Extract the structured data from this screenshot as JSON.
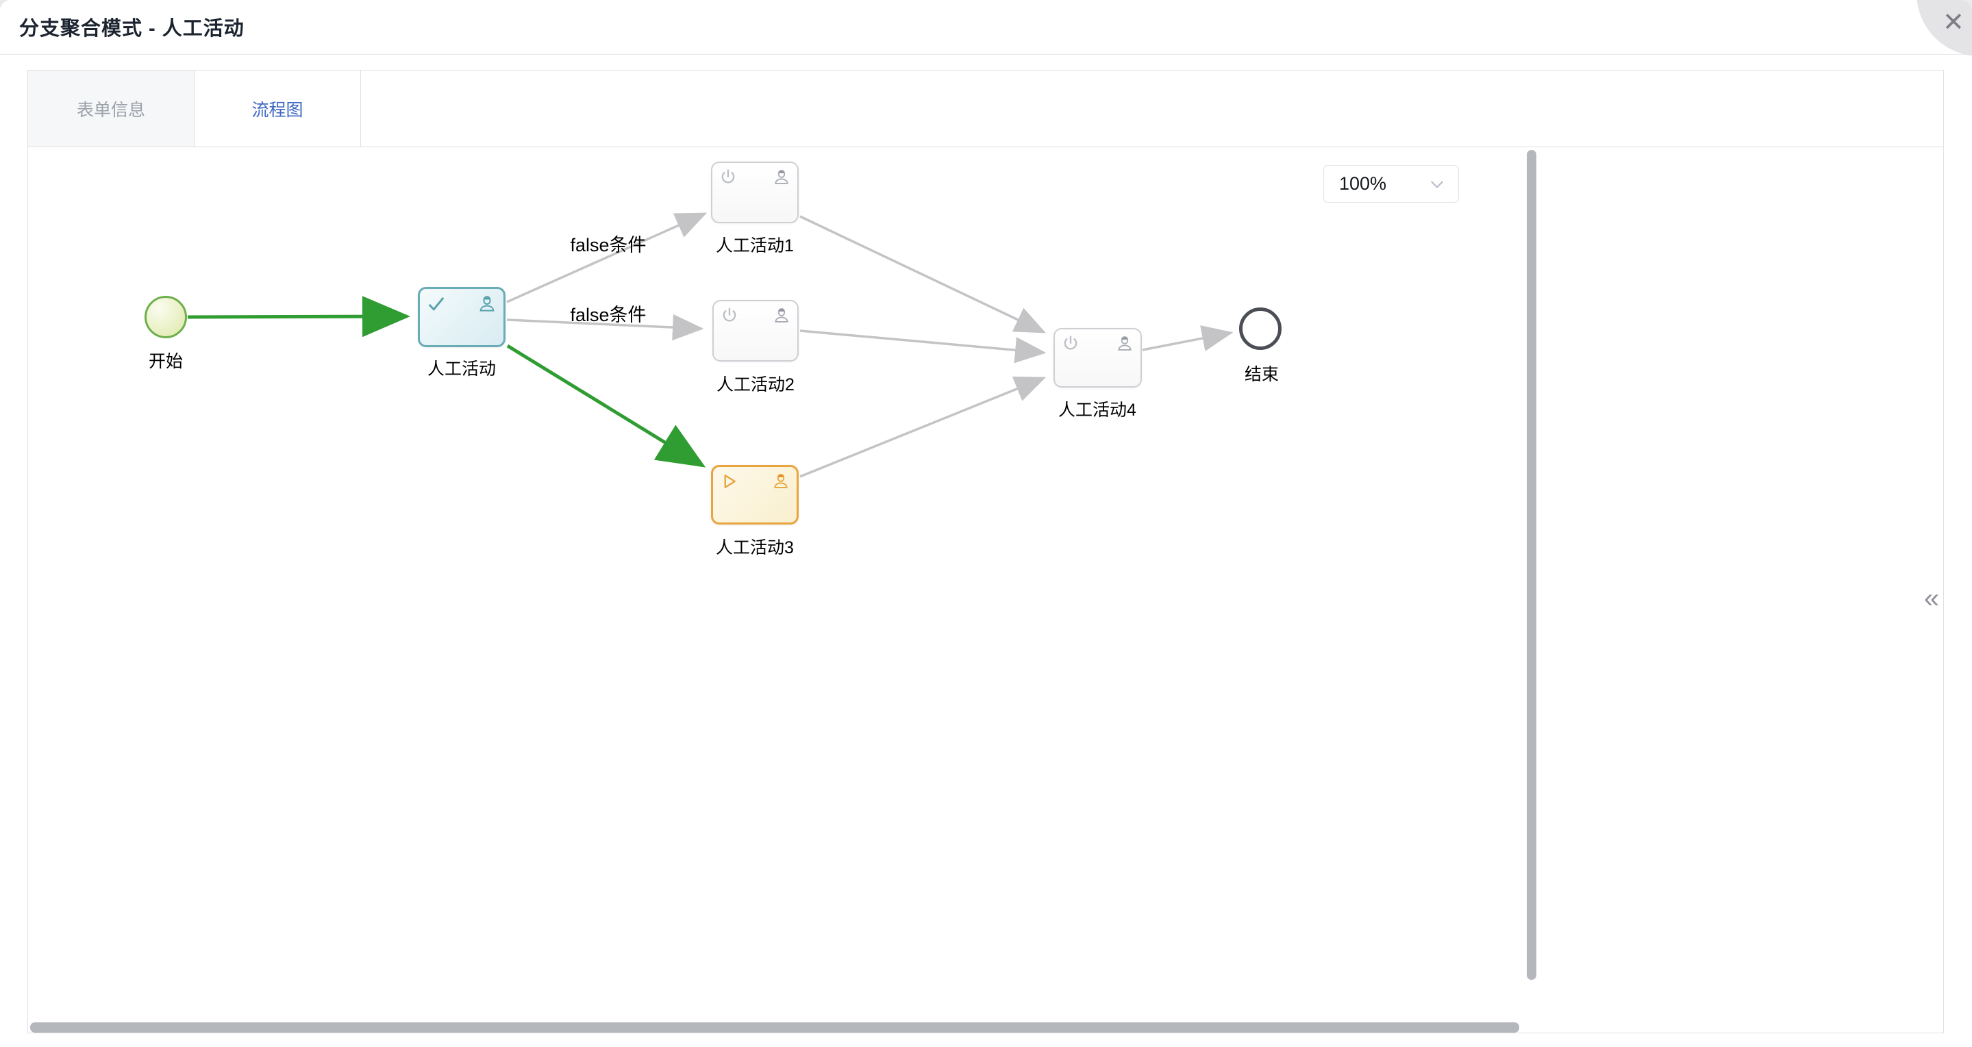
{
  "window": {
    "title": "分支聚合模式 - 人工活动",
    "close_icon": "✕"
  },
  "tabs": [
    {
      "label": "表单信息",
      "active": false
    },
    {
      "label": "流程图",
      "active": true
    }
  ],
  "toolbar": {
    "zoom_value": "100%"
  },
  "side_panel": {
    "collapse_icon": "«"
  },
  "colors": {
    "tab_active_blue": "#3e68c4",
    "taken_edge_green": "#2f9d32",
    "idle_edge_gray": "#c4c4c6",
    "completed_task_teal": "#68acb5",
    "running_task_orange": "#e8a43e",
    "start_event_green": "#6db04b",
    "end_event_dark": "#4b4e55"
  },
  "diagram": {
    "nodes": [
      {
        "id": "start",
        "type": "start-event",
        "label": "开始",
        "status": "completed"
      },
      {
        "id": "activity",
        "type": "user-task",
        "label": "人工活动",
        "status": "completed"
      },
      {
        "id": "activity1",
        "type": "user-task",
        "label": "人工活动1",
        "status": "not-started"
      },
      {
        "id": "activity2",
        "type": "user-task",
        "label": "人工活动2",
        "status": "not-started"
      },
      {
        "id": "activity3",
        "type": "user-task",
        "label": "人工活动3",
        "status": "running"
      },
      {
        "id": "activity4",
        "type": "user-task",
        "label": "人工活动4",
        "status": "not-started"
      },
      {
        "id": "end",
        "type": "end-event",
        "label": "结束",
        "status": "not-started"
      }
    ],
    "edges": [
      {
        "from": "start",
        "to": "activity",
        "label": "",
        "taken": true
      },
      {
        "from": "activity",
        "to": "activity1",
        "label": "false条件",
        "taken": false
      },
      {
        "from": "activity",
        "to": "activity2",
        "label": "false条件",
        "taken": false
      },
      {
        "from": "activity",
        "to": "activity3",
        "label": "",
        "taken": true
      },
      {
        "from": "activity1",
        "to": "activity4",
        "label": "",
        "taken": false
      },
      {
        "from": "activity2",
        "to": "activity4",
        "label": "",
        "taken": false
      },
      {
        "from": "activity3",
        "to": "activity4",
        "label": "",
        "taken": false
      },
      {
        "from": "activity4",
        "to": "end",
        "label": "",
        "taken": false
      }
    ]
  }
}
